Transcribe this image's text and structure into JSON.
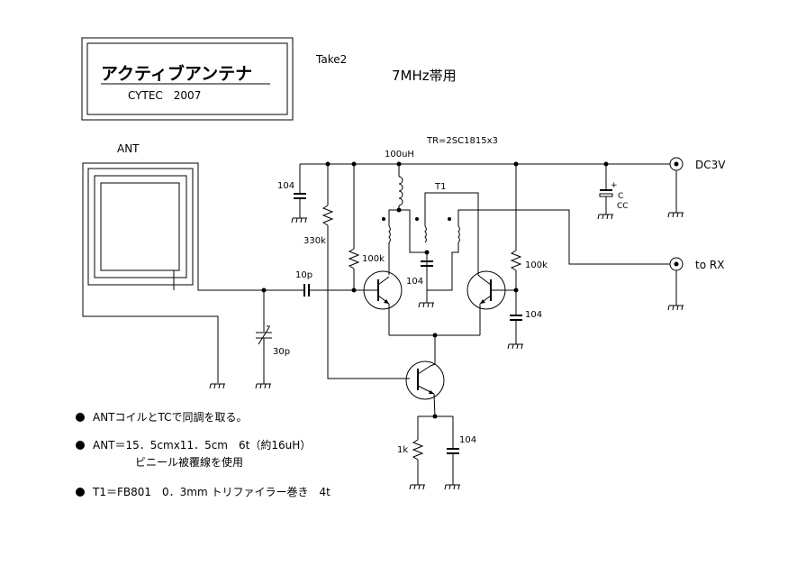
{
  "title_box": {
    "title": "アクティブアンテナ",
    "subtitle": "CYTEC　2007"
  },
  "version": "Take2",
  "band": "7MHz帯用",
  "transistors": "TR=2SC1815x3",
  "labels": {
    "ant": "ANT",
    "inductor": "100uH",
    "transformer": "T1",
    "dc_input": "DC3V",
    "output": "to RX",
    "cap_104_a": "104",
    "cap_104_b": "104",
    "cap_104_c": "104",
    "cap_104_d": "104",
    "cap_10p": "10p",
    "cap_30p": "30p",
    "res_330k": "330k",
    "res_100k_a": "100k",
    "res_100k_b": "100k",
    "res_1k": "1k",
    "cap_cc_top": "C",
    "cap_cc_bot": "CC"
  },
  "notes": [
    "ANTコイルとTCで同調を取る。",
    "ANT＝15．5cmx11．5cm　6t（約16uH）",
    "ビニール被覆線を使用",
    "T1＝FB801　0．3mm トリファイラー巻き　4t"
  ]
}
